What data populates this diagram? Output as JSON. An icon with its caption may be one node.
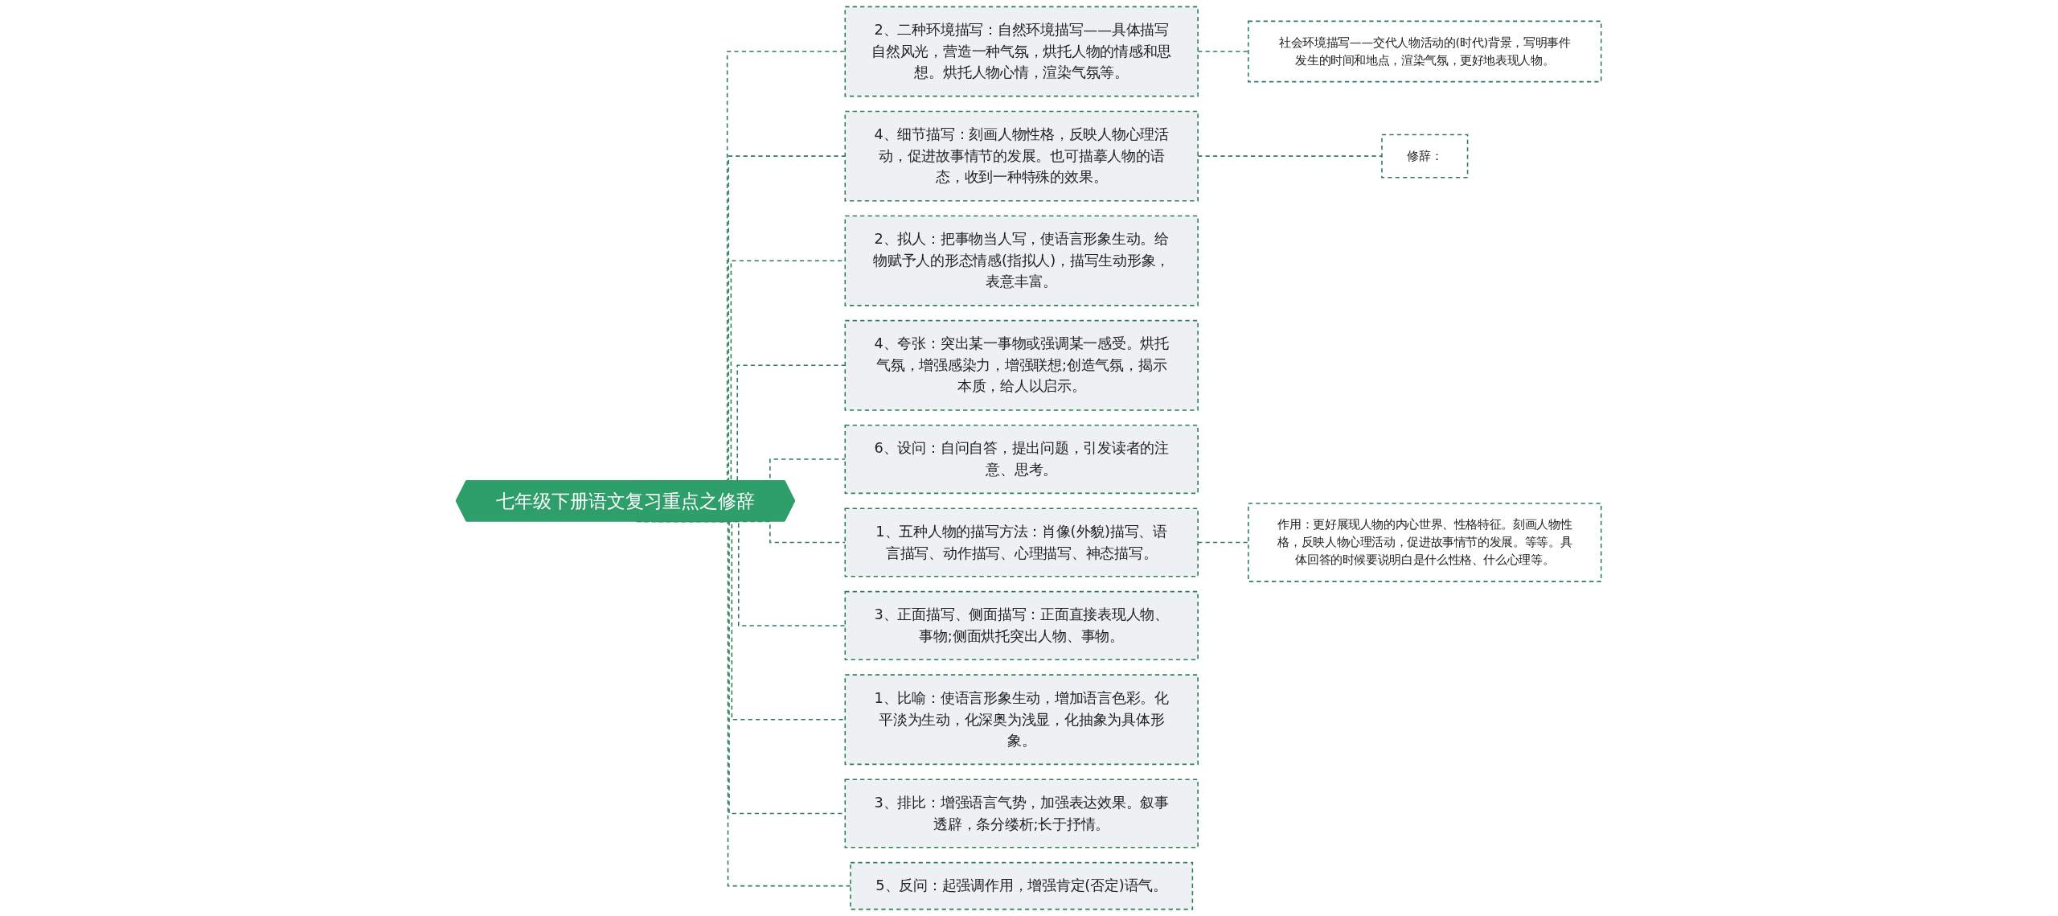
{
  "diagram": {
    "nodes": [
      {
        "text": [
          "七年级下册语文复习重点之修辞"
        ]
      },
      {
        "text": [
          "2、二种环境描写：自然环境描写——具体描写自然风光，营造一种气氛，烘托人物的情感和思想。烘托人物心情，渲染气氛等。"
        ]
      },
      {
        "text": [
          "社会环境描写——交代人物活动的(时代)背景，写明事件发生的时间和地点，渲染气氛，更好地表现人物。"
        ]
      },
      {
        "text": [
          "4、细节描写：刻画人物性格，反映人物心理活动，促进故事情节的发展。也可描摹人物的语态，收到一种特殊的效果。"
        ]
      },
      {
        "text": [
          "修辞："
        ]
      },
      {
        "text": [
          "2、拟人：把事物当人写，使语言形象生动。给物赋予人的形态情感(指拟人)，描写生动形象，表意丰富。"
        ]
      },
      {
        "text": [
          "4、夸张：突出某一事物或强调某一感受。烘托气氛，增强感染力，增强联想;创造气氛，揭示本质，给人以启示。"
        ]
      },
      {
        "text": [
          "6、设问：自问自答，提出问题，引发读者的注意、思考。"
        ]
      },
      {
        "text": [
          "1、五种人物的描写方法：肖像(外貌)描写、语言描写、动作描写、心理描写、神态描写。"
        ]
      },
      {
        "text": [
          "作用：更好展现人物的内心世界、性格特征。刻画人物性格，反映人物心理活动，促进故事情节的发展。等等。具体回答的时候要说明白是什么性格、什么心理等。"
        ]
      },
      {
        "text": [
          "3、正面描写、侧面描写：正面直接表现人物、事物;侧面烘托突出人物、事物。"
        ]
      },
      {
        "text": [
          "1、比喻：使语言形象生动，增加语言色彩。化平淡为生动，化深奥为浅显，化抽象为具体形象。"
        ]
      },
      {
        "text": [
          "3、排比：增强语言气势，加强表达效果。叙事透辟，条分缕析;长于抒情。"
        ]
      },
      {
        "text": [
          "5、反问：起强调作用，增强肯定(否定)语气。"
        ]
      }
    ],
    "edges": [
      {
        "from": 0,
        "to": 1,
        "arrow": "none",
        "style": "dashed"
      },
      {
        "from": 1,
        "to": 2,
        "arrow": "none",
        "style": "dashed"
      },
      {
        "from": 0,
        "to": 3,
        "arrow": "none",
        "style": "dashed"
      },
      {
        "from": 3,
        "to": 4,
        "arrow": "none",
        "style": "dashed"
      },
      {
        "from": 0,
        "to": 5,
        "arrow": "none",
        "style": "dashed"
      },
      {
        "from": 0,
        "to": 6,
        "arrow": "none",
        "style": "dashed"
      },
      {
        "from": 0,
        "to": 7,
        "arrow": "none",
        "style": "dashed"
      },
      {
        "from": 0,
        "to": 8,
        "arrow": "none",
        "style": "dashed"
      },
      {
        "from": 8,
        "to": 9,
        "arrow": "none",
        "style": "dashed"
      },
      {
        "from": 0,
        "to": 10,
        "arrow": "none",
        "style": "dashed"
      },
      {
        "from": 0,
        "to": 11,
        "arrow": "none",
        "style": "dashed"
      },
      {
        "from": 0,
        "to": 12,
        "arrow": "none",
        "style": "dashed"
      },
      {
        "from": 0,
        "to": 13,
        "arrow": "none",
        "style": "dashed"
      }
    ]
  }
}
